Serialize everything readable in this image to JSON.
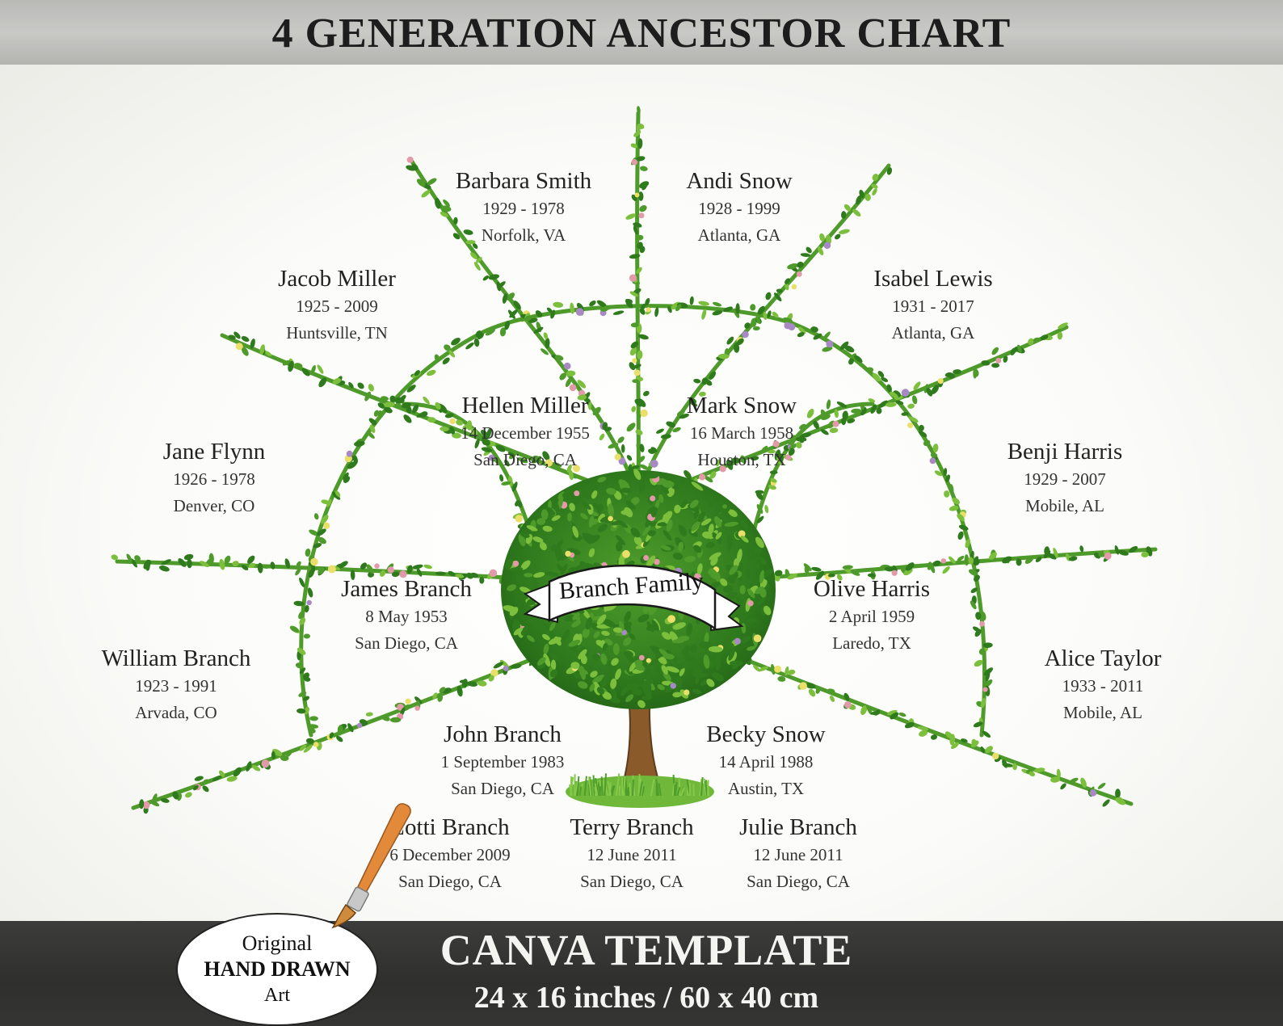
{
  "header": {
    "title": "4 GENERATION ANCESTOR CHART"
  },
  "tree": {
    "family_label": "Branch Family"
  },
  "people": {
    "barbara_smith": {
      "name": "Barbara Smith",
      "dates": "1929 - 1978",
      "place": "Norfolk, VA"
    },
    "andi_snow": {
      "name": "Andi Snow",
      "dates": "1928 - 1999",
      "place": "Atlanta, GA"
    },
    "jacob_miller": {
      "name": "Jacob Miller",
      "dates": "1925 - 2009",
      "place": "Huntsville, TN"
    },
    "isabel_lewis": {
      "name": "Isabel Lewis",
      "dates": "1931 - 2017",
      "place": "Atlanta, GA"
    },
    "hellen_miller": {
      "name": "Hellen Miller",
      "dates": "14 December 1955",
      "place": "San Diego, CA"
    },
    "mark_snow": {
      "name": "Mark Snow",
      "dates": "16 March 1958",
      "place": "Houston, TX"
    },
    "jane_flynn": {
      "name": "Jane Flynn",
      "dates": "1926 - 1978",
      "place": "Denver, CO"
    },
    "benji_harris": {
      "name": "Benji Harris",
      "dates": "1929 - 2007",
      "place": "Mobile, AL"
    },
    "james_branch": {
      "name": "James Branch",
      "dates": "8 May 1953",
      "place": "San Diego, CA"
    },
    "olive_harris": {
      "name": "Olive Harris",
      "dates": "2 April 1959",
      "place": "Laredo, TX"
    },
    "william_branch": {
      "name": "William Branch",
      "dates": "1923 - 1991",
      "place": "Arvada, CO"
    },
    "alice_taylor": {
      "name": "Alice Taylor",
      "dates": "1933 - 2011",
      "place": "Mobile, AL"
    },
    "john_branch": {
      "name": "John Branch",
      "dates": "1 September 1983",
      "place": "San Diego, CA"
    },
    "becky_snow": {
      "name": "Becky Snow",
      "dates": "14 April 1988",
      "place": "Austin, TX"
    },
    "lotti_branch": {
      "name": "Lotti Branch",
      "dates": "6 December 2009",
      "place": "San Diego, CA"
    },
    "terry_branch": {
      "name": "Terry Branch",
      "dates": "12 June 2011",
      "place": "San Diego, CA"
    },
    "julie_branch": {
      "name": "Julie Branch",
      "dates": "12 June 2011",
      "place": "San Diego, CA"
    }
  },
  "footer": {
    "product": "CANVA TEMPLATE",
    "size": "24 x 16 inches / 60 x 40 cm",
    "badge_line1": "Original",
    "badge_line2": "HAND DRAWN",
    "badge_line3": "Art"
  },
  "colors": {
    "vine": "#4e9a2a",
    "leaf_dark": "#2f7a1d",
    "leaf_light": "#7cbf3c",
    "blossom_pink": "#e39aa8",
    "blossom_yellow": "#eadf6a",
    "blossom_purple": "#a889c4",
    "trunk": "#8a5a2b"
  }
}
